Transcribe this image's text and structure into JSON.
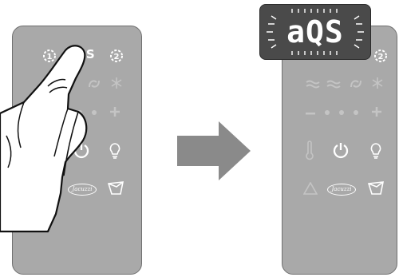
{
  "steps": [
    {
      "panel": {
        "labels": {
          "aqs": "aQS",
          "brand": "Jacuzzi"
        },
        "icons": [
          "jet-pump-1-icon",
          "jet-pump-2-icon",
          "power-icon",
          "light-bulb-icon",
          "container-icon"
        ]
      }
    },
    {
      "panel": {
        "labels": {
          "brand": "Jacuzzi"
        },
        "icons": [
          "jet-pump-2-icon",
          "thermometer-icon",
          "power-icon",
          "light-bulb-icon",
          "warning-icon",
          "container-icon"
        ]
      },
      "display": {
        "text": "aQS"
      }
    }
  ],
  "arrow": {
    "direction": "right",
    "color": "#8a8a8a"
  },
  "colors": {
    "panel": "#a9a9a9",
    "icon": "#ffffff",
    "badge": "#4a4a4a"
  }
}
